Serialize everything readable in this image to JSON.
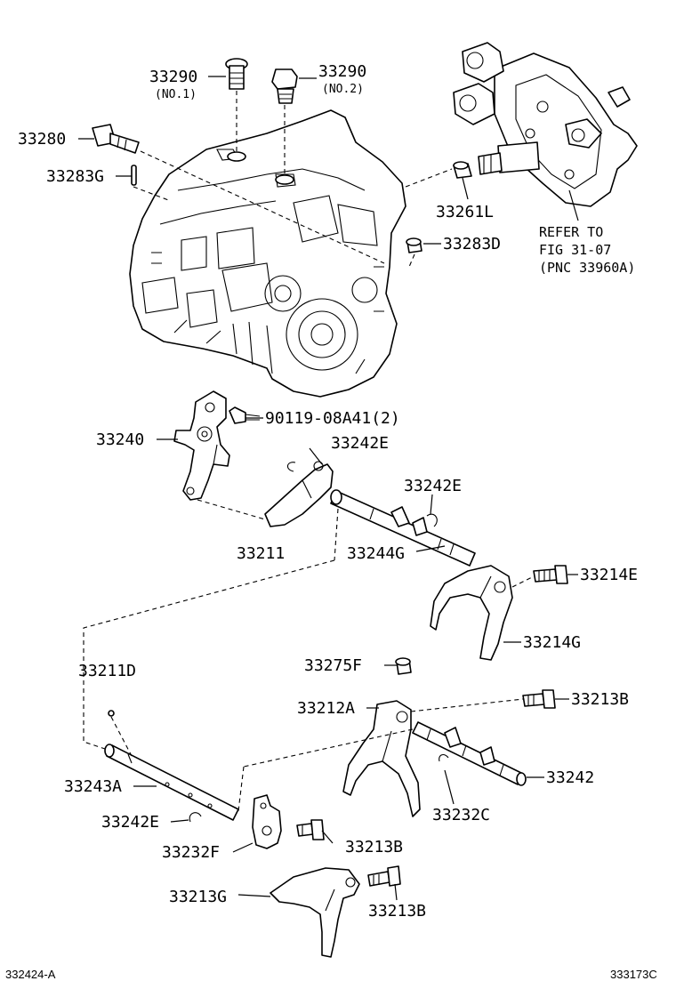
{
  "labels": {
    "p33290_a": "33290",
    "p33290_a_sub": "(NO.1)",
    "p33290_b": "33290",
    "p33290_b_sub": "(NO.2)",
    "p33280": "33280",
    "p33283g": "33283G",
    "p33261l": "33261L",
    "p33283d": "33283D",
    "p90119": "90119-08A41(2)",
    "p33240": "33240",
    "p33242e_a": "33242E",
    "p33242e_b": "33242E",
    "p33211": "33211",
    "p33244g": "33244G",
    "p33214e": "33214E",
    "p33214g": "33214G",
    "p33211d": "33211D",
    "p33275f": "33275F",
    "p33212a": "33212A",
    "p33213b_a": "33213B",
    "p33242": "33242",
    "p33243a": "33243A",
    "p33232c": "33232C",
    "p33242e_c": "33242E",
    "p33232f": "33232F",
    "p33213b_b": "33213B",
    "p33213g": "33213G",
    "p33213b_c": "33213B"
  },
  "reference": {
    "line1": "REFER TO",
    "line2": "FIG 31-07",
    "line3": "(PNC 33960A)"
  },
  "footer": {
    "left_code": "332424-A",
    "right_code": "333173C"
  }
}
